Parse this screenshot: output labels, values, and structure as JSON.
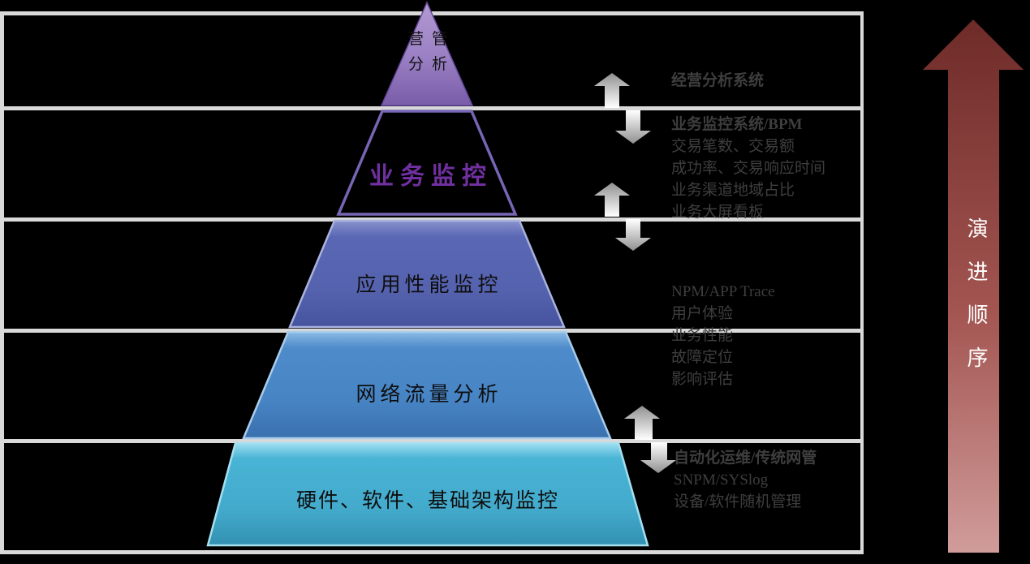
{
  "pyramid": {
    "levels": [
      {
        "line1": "营管",
        "line2": "分析"
      },
      {
        "label": "业务监控"
      },
      {
        "label": "应用性能监控"
      },
      {
        "label": "网络流量分析"
      },
      {
        "label": "硬件、软件、基础架构监控"
      }
    ]
  },
  "annotations": {
    "block1": {
      "lines": [
        "经营分析系统"
      ]
    },
    "block2": {
      "lines": [
        "业务监控系统/BPM",
        "交易笔数、交易额",
        "成功率、交易响应时间",
        "业务渠道地域占比",
        "业务大屏看板"
      ]
    },
    "block3": {
      "lines": [
        "NPM/APP Trace",
        "用户体验",
        "业务性能",
        "故障定位",
        "影响评估"
      ]
    },
    "block4": {
      "lines": [
        "自动化运维/传统网管",
        "SNPM/SYSlog",
        "设备/软件随机管理"
      ]
    }
  },
  "evolution_arrow": {
    "label": "演进顺序"
  },
  "colors": {
    "level1-fill": "#9c82c5",
    "level2-accent": "#7030a0",
    "level3-fill": "#5865b2",
    "level4-fill": "#4d8ac9",
    "level5-fill": "#47b2d3",
    "arrow-red-dark": "#6e2b28",
    "arrow-red-light": "#d09c9a",
    "updown-arrow-gray": "#969696",
    "grid-line": "#d9d9d9",
    "annotation-text": "#3e3e3e"
  }
}
